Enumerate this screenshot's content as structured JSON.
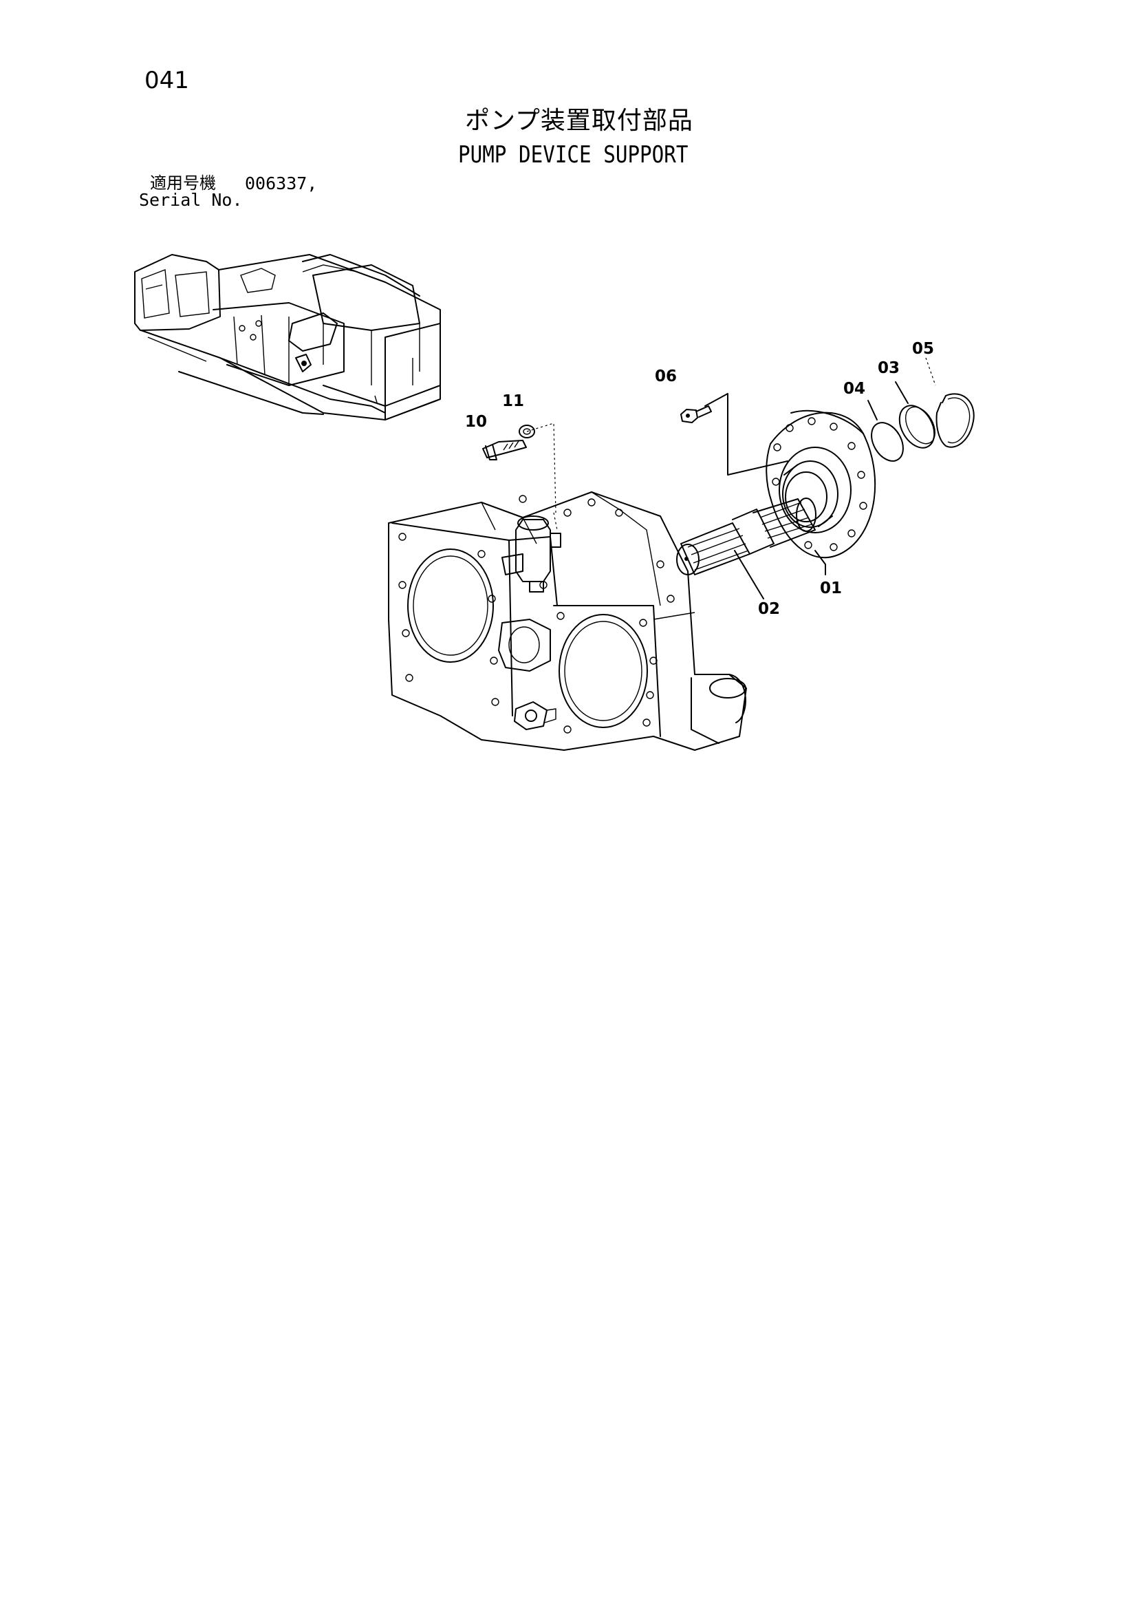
{
  "page": {
    "number": "041"
  },
  "title": {
    "jp": "ポンプ装置取付部品",
    "en": "PUMP DEVICE SUPPORT"
  },
  "serial": {
    "label_jp": "適用号機",
    "value": "006337,",
    "label_en": "Serial No."
  },
  "callouts": {
    "p01": "01",
    "p02": "02",
    "p03": "03",
    "p04": "04",
    "p05": "05",
    "p06": "06",
    "p10": "10",
    "p11": "11"
  }
}
